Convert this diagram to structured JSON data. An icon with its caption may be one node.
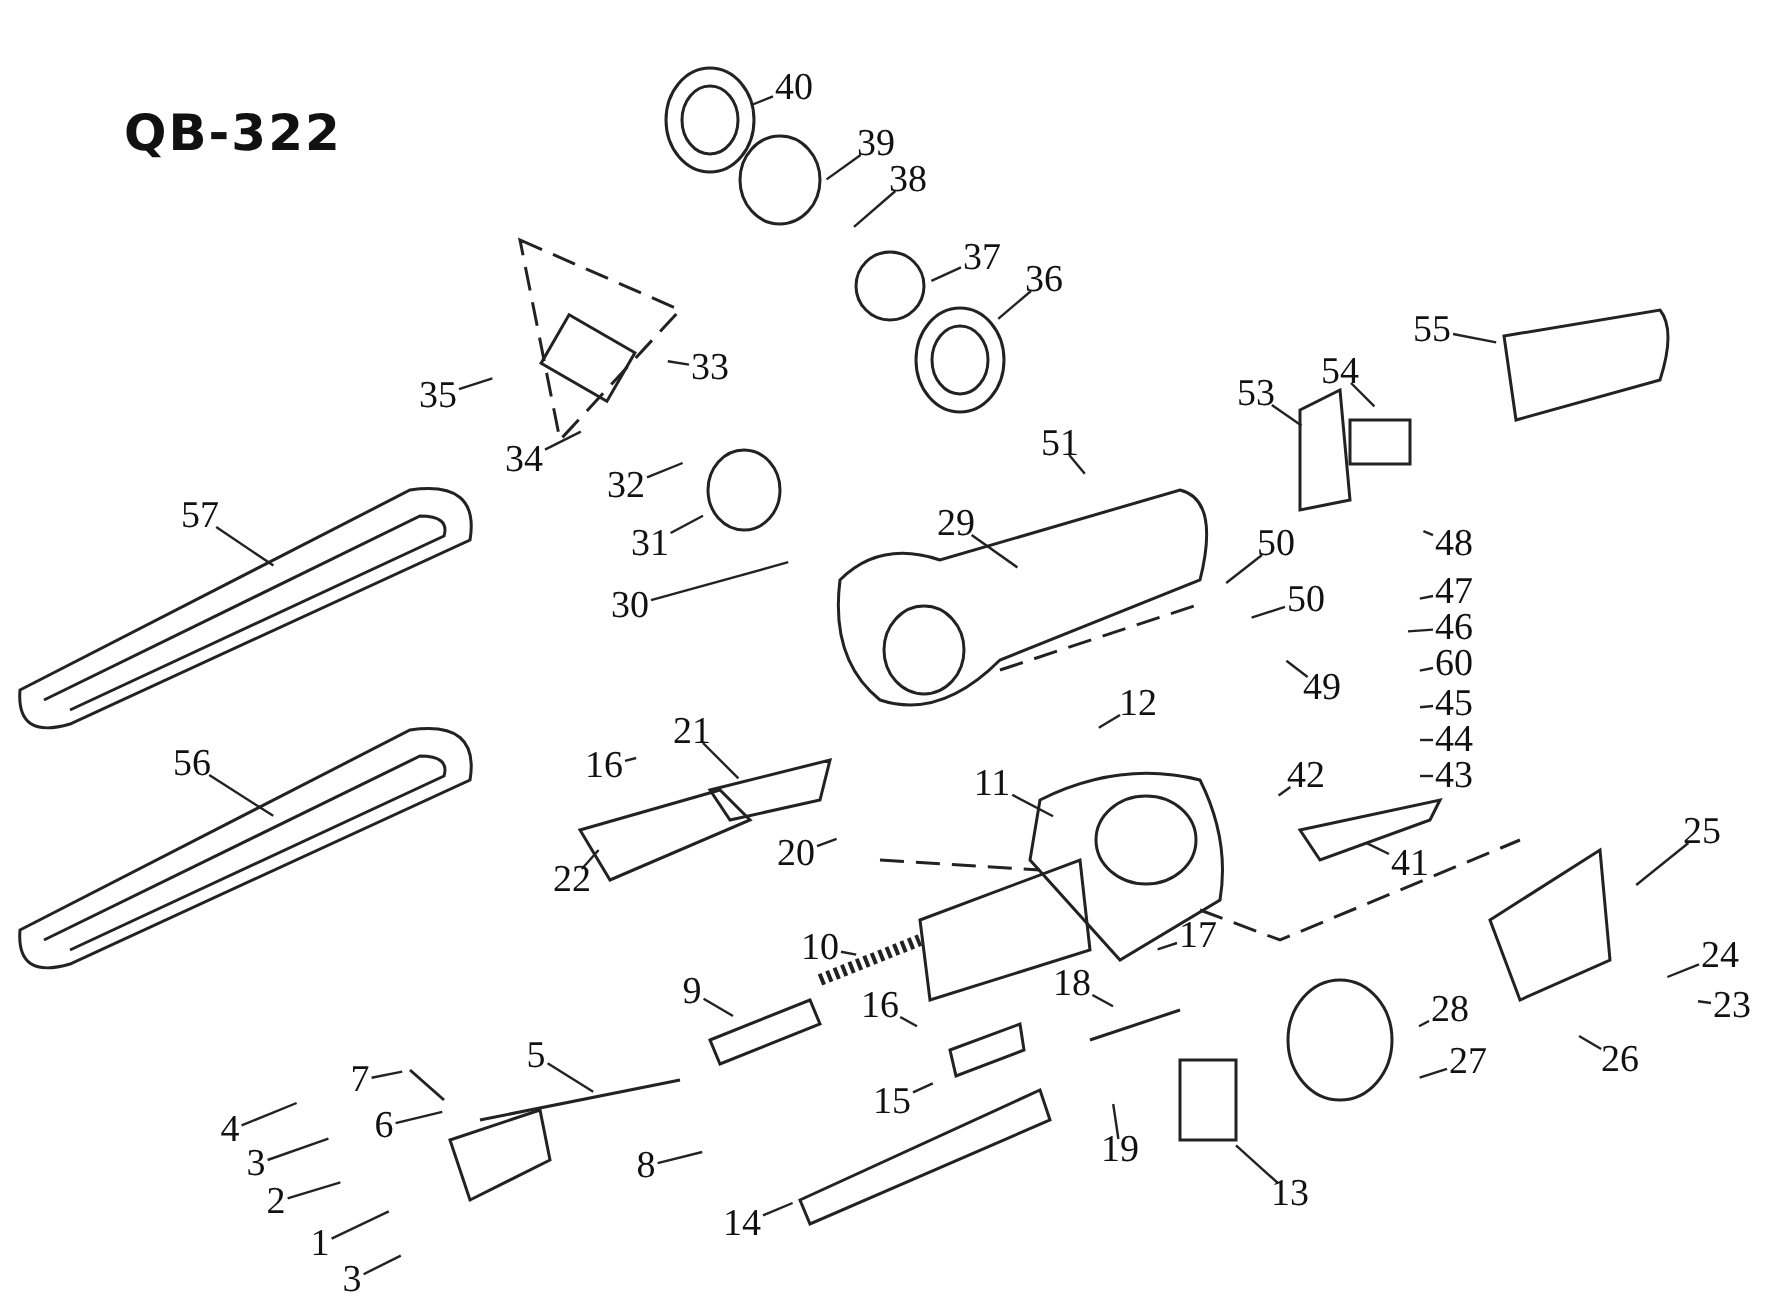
{
  "diagram": {
    "title": "QB-322",
    "nodes": [
      {
        "text": [
          "40"
        ]
      },
      {
        "text": [
          "39"
        ]
      },
      {
        "text": [
          "38"
        ]
      },
      {
        "text": [
          "37"
        ]
      },
      {
        "text": [
          "36"
        ]
      },
      {
        "text": [
          "55"
        ]
      },
      {
        "text": [
          "35"
        ]
      },
      {
        "text": [
          "33"
        ]
      },
      {
        "text": [
          "53"
        ]
      },
      {
        "text": [
          "54"
        ]
      },
      {
        "text": [
          "34"
        ]
      },
      {
        "text": [
          "57"
        ]
      },
      {
        "text": [
          "51"
        ]
      },
      {
        "text": [
          "32"
        ]
      },
      {
        "text": [
          "29"
        ]
      },
      {
        "text": [
          "31"
        ]
      },
      {
        "text": [
          "48"
        ]
      },
      {
        "text": [
          "50"
        ]
      },
      {
        "text": [
          "47"
        ]
      },
      {
        "text": [
          "50"
        ]
      },
      {
        "text": [
          "30"
        ]
      },
      {
        "text": [
          "46"
        ]
      },
      {
        "text": [
          "60"
        ]
      },
      {
        "text": [
          "49"
        ]
      },
      {
        "text": [
          "12"
        ]
      },
      {
        "text": [
          "45"
        ]
      },
      {
        "text": [
          "44"
        ]
      },
      {
        "text": [
          "16"
        ]
      },
      {
        "text": [
          "21"
        ]
      },
      {
        "text": [
          "56"
        ]
      },
      {
        "text": [
          "43"
        ]
      },
      {
        "text": [
          "42"
        ]
      },
      {
        "text": [
          "11"
        ]
      },
      {
        "text": [
          "41"
        ]
      },
      {
        "text": [
          "22"
        ]
      },
      {
        "text": [
          "20"
        ]
      },
      {
        "text": [
          "25"
        ]
      },
      {
        "text": [
          "17"
        ]
      },
      {
        "text": [
          "10"
        ]
      },
      {
        "text": [
          "24"
        ]
      },
      {
        "text": [
          "23"
        ]
      },
      {
        "text": [
          "18"
        ]
      },
      {
        "text": [
          "9"
        ]
      },
      {
        "text": [
          "28"
        ]
      },
      {
        "text": [
          "16"
        ]
      },
      {
        "text": [
          "26"
        ]
      },
      {
        "text": [
          "27"
        ]
      },
      {
        "text": [
          "15"
        ]
      },
      {
        "text": [
          "7"
        ]
      },
      {
        "text": [
          "5"
        ]
      },
      {
        "text": [
          "6"
        ]
      },
      {
        "text": [
          "4"
        ]
      },
      {
        "text": [
          "3"
        ]
      },
      {
        "text": [
          "8"
        ]
      },
      {
        "text": [
          "2"
        ]
      },
      {
        "text": [
          "19"
        ]
      },
      {
        "text": [
          "1"
        ]
      },
      {
        "text": [
          "13"
        ]
      },
      {
        "text": [
          "3"
        ]
      },
      {
        "text": [
          "14"
        ]
      }
    ],
    "edges": [
      {
        "from": 0,
        "to": null,
        "arrow": "none"
      },
      {
        "from": 1,
        "to": null,
        "arrow": "none"
      },
      {
        "from": 2,
        "to": null,
        "arrow": "none"
      },
      {
        "from": 3,
        "to": null,
        "arrow": "none"
      },
      {
        "from": 4,
        "to": null,
        "arrow": "none"
      },
      {
        "from": 5,
        "to": null,
        "arrow": "none"
      },
      {
        "from": 6,
        "to": null,
        "arrow": "none"
      },
      {
        "from": 7,
        "to": null,
        "arrow": "none"
      },
      {
        "from": 8,
        "to": null,
        "arrow": "none"
      },
      {
        "from": 9,
        "to": null,
        "arrow": "none"
      },
      {
        "from": 10,
        "to": null,
        "arrow": "none"
      },
      {
        "from": 11,
        "to": null,
        "arrow": "none"
      },
      {
        "from": 12,
        "to": null,
        "arrow": "none"
      },
      {
        "from": 13,
        "to": null,
        "arrow": "none"
      },
      {
        "from": 14,
        "to": null,
        "arrow": "none"
      },
      {
        "from": 15,
        "to": null,
        "arrow": "none"
      },
      {
        "from": 16,
        "to": null,
        "arrow": "none"
      },
      {
        "from": 17,
        "to": null,
        "arrow": "none"
      },
      {
        "from": 18,
        "to": null,
        "arrow": "none"
      },
      {
        "from": 19,
        "to": null,
        "arrow": "none"
      },
      {
        "from": 20,
        "to": null,
        "arrow": "none"
      },
      {
        "from": 21,
        "to": null,
        "arrow": "none"
      },
      {
        "from": 22,
        "to": null,
        "arrow": "none"
      },
      {
        "from": 23,
        "to": null,
        "arrow": "none"
      },
      {
        "from": 24,
        "to": null,
        "arrow": "none"
      },
      {
        "from": 25,
        "to": null,
        "arrow": "none"
      },
      {
        "from": 26,
        "to": null,
        "arrow": "none"
      },
      {
        "from": 27,
        "to": null,
        "arrow": "none"
      },
      {
        "from": 28,
        "to": null,
        "arrow": "none"
      },
      {
        "from": 29,
        "to": null,
        "arrow": "none"
      },
      {
        "from": 30,
        "to": null,
        "arrow": "none"
      },
      {
        "from": 31,
        "to": null,
        "arrow": "none"
      },
      {
        "from": 32,
        "to": null,
        "arrow": "none"
      },
      {
        "from": 33,
        "to": null,
        "arrow": "none"
      },
      {
        "from": 34,
        "to": null,
        "arrow": "none"
      },
      {
        "from": 35,
        "to": null,
        "arrow": "none"
      },
      {
        "from": 36,
        "to": null,
        "arrow": "none"
      },
      {
        "from": 37,
        "to": null,
        "arrow": "none"
      },
      {
        "from": 38,
        "to": null,
        "arrow": "none"
      },
      {
        "from": 39,
        "to": null,
        "arrow": "none"
      },
      {
        "from": 40,
        "to": null,
        "arrow": "none"
      },
      {
        "from": 41,
        "to": null,
        "arrow": "none"
      },
      {
        "from": 42,
        "to": null,
        "arrow": "none"
      },
      {
        "from": 43,
        "to": null,
        "arrow": "none"
      },
      {
        "from": 44,
        "to": null,
        "arrow": "none"
      },
      {
        "from": 45,
        "to": null,
        "arrow": "none"
      },
      {
        "from": 46,
        "to": null,
        "arrow": "none"
      },
      {
        "from": 47,
        "to": null,
        "arrow": "none"
      },
      {
        "from": 48,
        "to": null,
        "arrow": "none"
      },
      {
        "from": 49,
        "to": null,
        "arrow": "none"
      },
      {
        "from": 50,
        "to": null,
        "arrow": "none"
      },
      {
        "from": 51,
        "to": null,
        "arrow": "none"
      },
      {
        "from": 52,
        "to": null,
        "arrow": "none"
      },
      {
        "from": 53,
        "to": null,
        "arrow": "none"
      },
      {
        "from": 54,
        "to": null,
        "arrow": "none"
      },
      {
        "from": 55,
        "to": null,
        "arrow": "none"
      },
      {
        "from": 56,
        "to": null,
        "arrow": "none"
      },
      {
        "from": 57,
        "to": null,
        "arrow": "none"
      },
      {
        "from": 58,
        "to": null,
        "arrow": "none"
      },
      {
        "from": 59,
        "to": null,
        "arrow": "none"
      }
    ]
  }
}
